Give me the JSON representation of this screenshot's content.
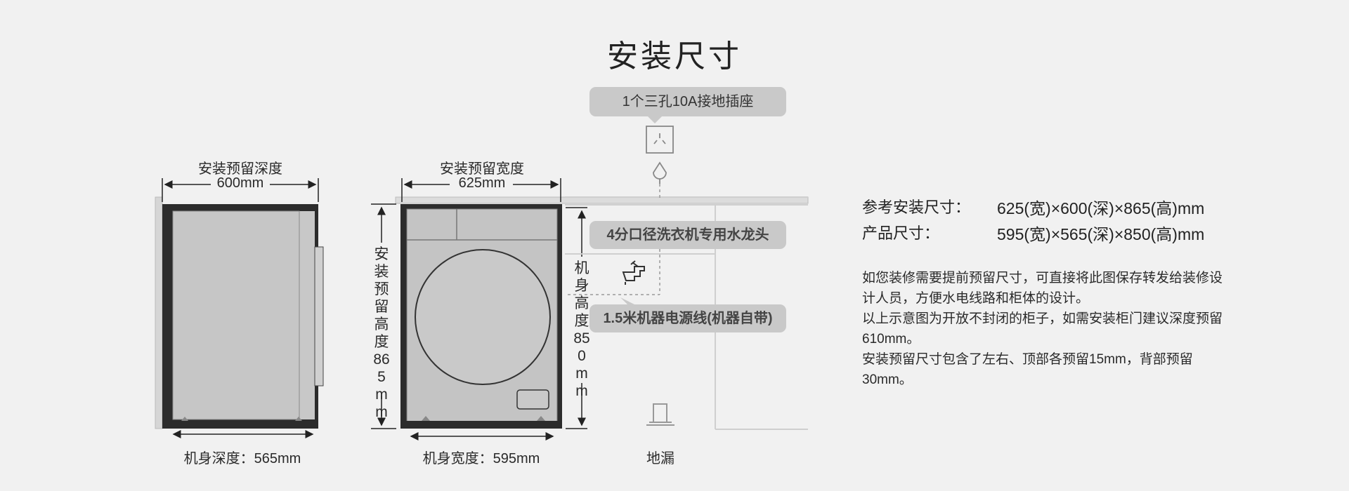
{
  "title": "安装尺寸",
  "socket_callout": "1个三孔10A接地插座",
  "faucet_callout": "4分口径洗衣机专用水龙头",
  "cord_callout": "1.5米机器电源线(机器自带)",
  "side_view": {
    "top_label": "安装预留深度",
    "top_value": "600mm",
    "bottom_label": "机身深度：565mm"
  },
  "front_view": {
    "top_label": "安装预留宽度",
    "top_value": "625mm",
    "left_vertical": "安装预留高度865mm",
    "right_vertical": "机身高度850mm",
    "bottom_label": "机身宽度：595mm"
  },
  "floor_drain_label": "地漏",
  "specs": [
    {
      "key": "参考安装尺寸：",
      "value": "625(宽)×600(深)×865(高)mm"
    },
    {
      "key": "产品尺寸：",
      "value": "595(宽)×565(深)×850(高)mm"
    }
  ],
  "notes": [
    "如您装修需要提前预留尺寸，可直接将此图保存转发给装修设计人员，方便水电线路和柜体的设计。",
    "以上示意图为开放不封闭的柜子，如需安装柜门建议深度预留610mm。",
    "安装预留尺寸包含了左右、顶部各预留15mm，背部预留30mm。"
  ]
}
